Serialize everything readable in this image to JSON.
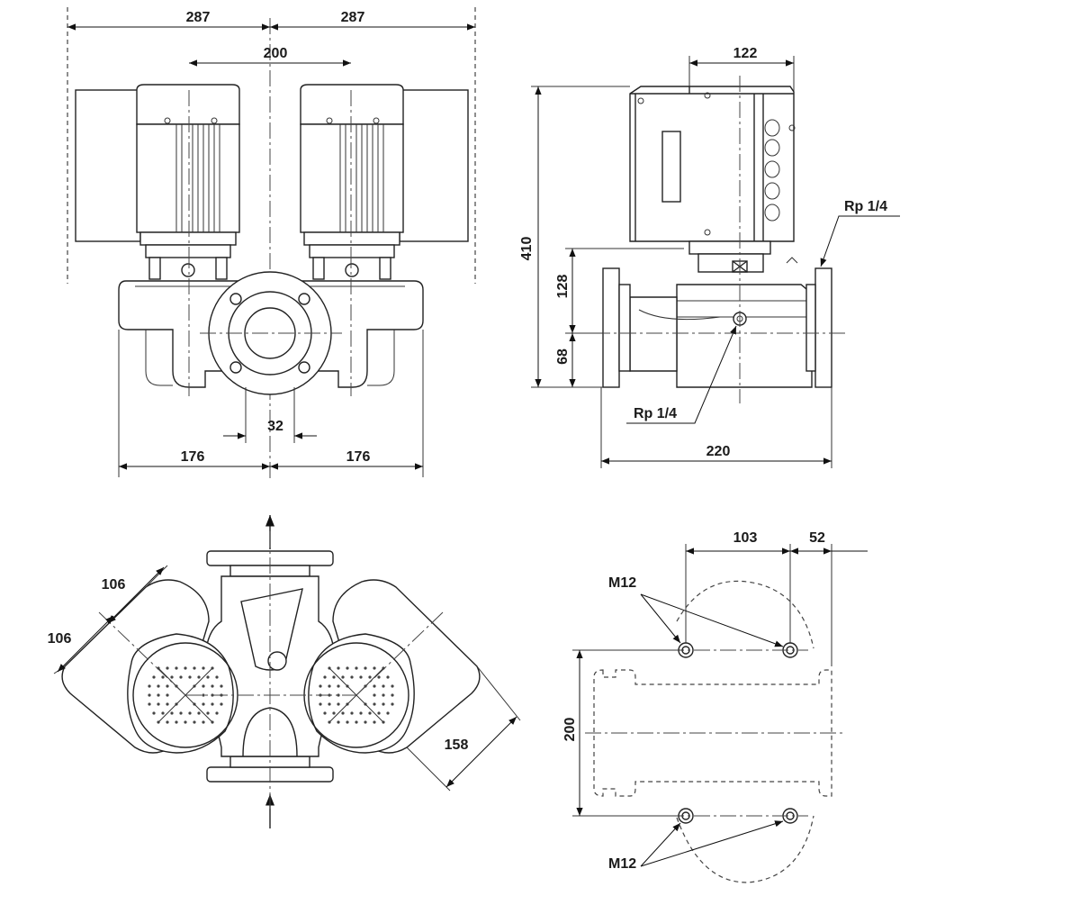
{
  "dimensions": {
    "front": {
      "top_left": "287",
      "top_right": "287",
      "motor_spacing": "200",
      "flange_width": "32",
      "bottom_left": "176",
      "bottom_right": "176"
    },
    "side": {
      "motor_offset": "122",
      "total_height": "410",
      "body_height": "128",
      "axis_height": "68",
      "length": "220",
      "port_upper": "Rp 1/4",
      "port_lower": "Rp 1/4"
    },
    "top": {
      "arm_a": "106",
      "arm_b": "106",
      "motor_reach": "158"
    },
    "bolt_pattern": {
      "hole_spacing": "103",
      "edge_offset": "52",
      "vertical_spacing": "200",
      "thread_top": "M12",
      "thread_bottom": "M12"
    }
  }
}
